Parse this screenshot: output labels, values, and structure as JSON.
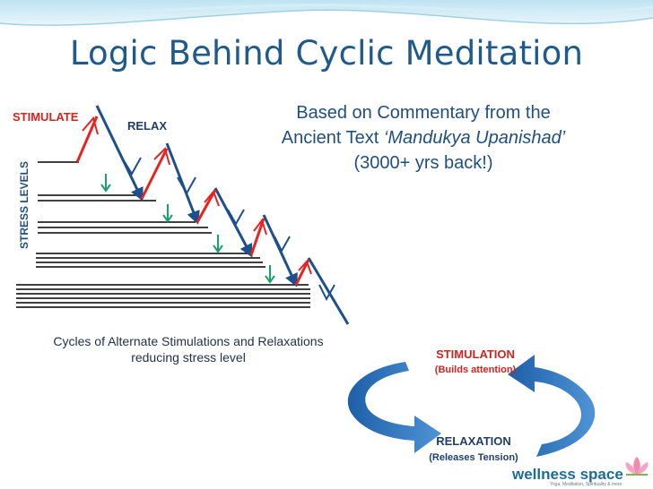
{
  "title": "Logic Behind Cyclic Meditation",
  "commentary": {
    "line1": "Based on Commentary from the",
    "line2_prefix": "Ancient Text ",
    "line2_italic": "‘Mandukya Upanishad’",
    "line3": "(3000+ yrs back!)"
  },
  "diagram": {
    "stimulate_label": "STIMULATE",
    "relax_label": "RELAX",
    "stress_axis_label": "STRESS LEVELS",
    "caption_line1": "Cycles of Alternate Stimulations and Relaxations",
    "caption_line2": "reducing stress level"
  },
  "cycle": {
    "stimulation_title": "STIMULATION",
    "stimulation_sub": "(Builds attention)",
    "relaxation_title": "RELAXATION",
    "relaxation_sub": "(Releases Tension)"
  },
  "brand": {
    "name": "wellness space",
    "tagline": "Yoga, Meditation, Spirituality & more"
  },
  "colors": {
    "stimulate": "#e8231f",
    "relax": "#1c4f8c",
    "down_arrow": "#1aa06a",
    "title": "#1f5a8c",
    "cycle_arrow": "#2a6fb8"
  }
}
